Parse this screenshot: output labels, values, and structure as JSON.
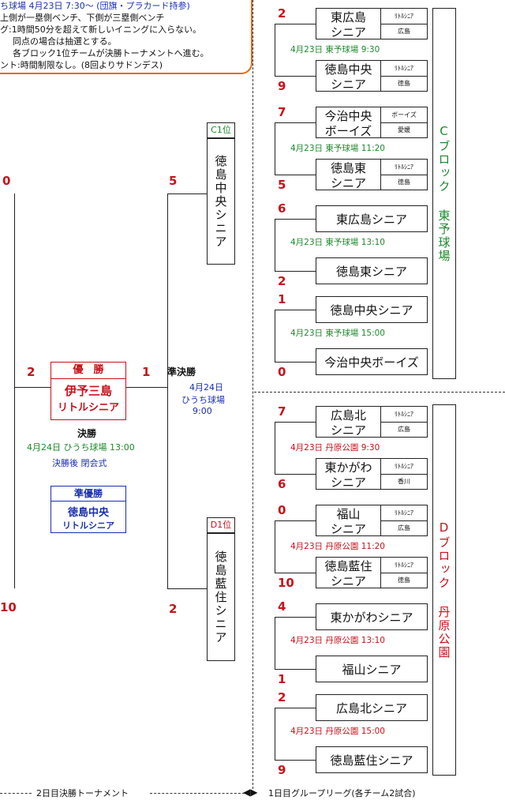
{
  "notes": {
    "line1": "ち球場  4月23日  7:30〜  (団旗・プラカード持参)",
    "line2": "上側が一塁側ベンチ、下側が三塁側ベンチ",
    "line3": "グ:1時間50分を超えて新しいイニングに入らない。",
    "line4": "同点の場合は抽選とする。",
    "line5": "各ブロック1位チームが決勝トーナメントへ進む。",
    "line6": "ント:時間制限なし。(8回よりサドンデス)"
  },
  "final": {
    "winner_label": "優　勝",
    "winner_team": "伊予三島",
    "winner_team_sub": "リトルシニア",
    "title": "決勝",
    "date_venue": "4月24日  ひうち球場  13:00",
    "after": "決勝後  閉会式",
    "runner_label": "準優勝",
    "runner_team": "徳島中央",
    "runner_team_sub": "リトルシニア",
    "score_left": "2",
    "score_right": "1",
    "left_top_score": "0",
    "left_bottom_score": "10"
  },
  "semi": {
    "title": "準決勝",
    "date": "4月24日",
    "venue": "ひうち球場",
    "time": "9:00",
    "top_label": "C1位",
    "top_team": "徳島中央シニア",
    "top_score": "5",
    "bottom_label": "D1位",
    "bottom_team": "徳島藍住シニア",
    "bottom_score": "2"
  },
  "blockC": {
    "title": "Cブロック 東予球場",
    "games": [
      {
        "top": "東広島\nシニア",
        "top_meta": [
          "ﾘﾄﾙｼﾆｱ",
          "広島"
        ],
        "bottom": "徳島中央\nシニア",
        "bottom_meta": [
          "ﾘﾄﾙｼﾆｱ",
          "徳島"
        ],
        "date": "4月23日  東予球場  9:30",
        "s1": "2",
        "s2": "9"
      },
      {
        "top": "今治中央\nボーイズ",
        "top_meta": [
          "ボーイズ",
          "愛媛"
        ],
        "bottom": "徳島東\nシニア",
        "bottom_meta": [
          "ﾘﾄﾙｼﾆｱ",
          "徳島"
        ],
        "date": "4月23日  東予球場  11:20",
        "s1": "7",
        "s2": "5"
      },
      {
        "top": "東広島シニア",
        "bottom": "徳島東シニア",
        "date": "4月23日  東予球場  13:10",
        "s1": "6",
        "s2": "2"
      },
      {
        "top": "徳島中央シニア",
        "bottom": "今治中央ボーイズ",
        "date": "4月23日  東予球場  15:00",
        "s1": "1",
        "s2": "0"
      }
    ]
  },
  "blockD": {
    "title": "Dブロック 丹原公園",
    "games": [
      {
        "top": "広島北\nシニア",
        "top_meta": [
          "ﾘﾄﾙｼﾆｱ",
          "広島"
        ],
        "bottom": "東かがわ\nシニア",
        "bottom_meta": [
          "ﾘﾄﾙｼﾆｱ",
          "香川"
        ],
        "date": "4月23日  丹原公園  9:30",
        "s1": "7",
        "s2": "6"
      },
      {
        "top": "福山\nシニア",
        "top_meta": [
          "ﾘﾄﾙｼﾆｱ",
          "広島"
        ],
        "bottom": "徳島藍住\nシニア",
        "bottom_meta": [
          "ﾘﾄﾙｼﾆｱ",
          "徳島"
        ],
        "date": "4月23日  丹原公園  11:20",
        "s1": "0",
        "s2": "10"
      },
      {
        "top": "東かがわシニア",
        "bottom": "福山シニア",
        "date": "4月23日  丹原公園  13:10",
        "s1": "4",
        "s2": "1"
      },
      {
        "top": "広島北シニア",
        "bottom": "徳島藍住シニア",
        "date": "4月23日  丹原公園  15:00",
        "s1": "2",
        "s2": "9"
      }
    ]
  },
  "footer": {
    "left": "2日目決勝トーナメント",
    "right": "1日目グループリーグ(各チーム2試合)"
  }
}
